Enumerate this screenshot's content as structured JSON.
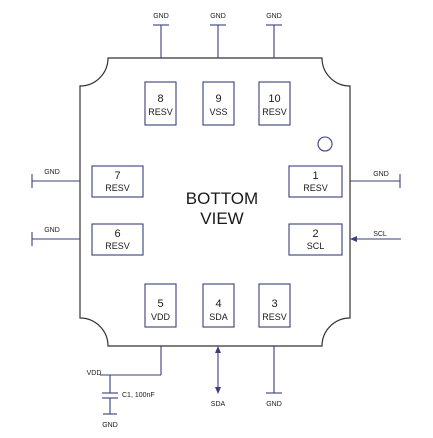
{
  "title_lines": [
    "BOTTOM",
    "VIEW"
  ],
  "pins": [
    {
      "num": "1",
      "name": "RESV"
    },
    {
      "num": "2",
      "name": "SCL"
    },
    {
      "num": "3",
      "name": "RESV"
    },
    {
      "num": "4",
      "name": "SDA"
    },
    {
      "num": "5",
      "name": "VDD"
    },
    {
      "num": "6",
      "name": "RESV"
    },
    {
      "num": "7",
      "name": "RESV"
    },
    {
      "num": "8",
      "name": "RESV"
    },
    {
      "num": "9",
      "name": "VSS"
    },
    {
      "num": "10",
      "name": "RESV"
    }
  ],
  "nets": {
    "top_gnd_1": "GND",
    "top_gnd_2": "GND",
    "top_gnd_3": "GND",
    "left_gnd_1": "GND",
    "left_gnd_2": "GND",
    "right_gnd": "GND",
    "scl": "SCL",
    "vdd": "VDD",
    "capacitor": "C1, 100nF",
    "cap_gnd": "GND",
    "sda": "SDA",
    "bottom_gnd": "GND"
  },
  "colors": {
    "body_outline": "#333333",
    "pad_outline": "#3a3f7a",
    "wire": "#3a3f7a",
    "text": "#1a1a1a"
  }
}
